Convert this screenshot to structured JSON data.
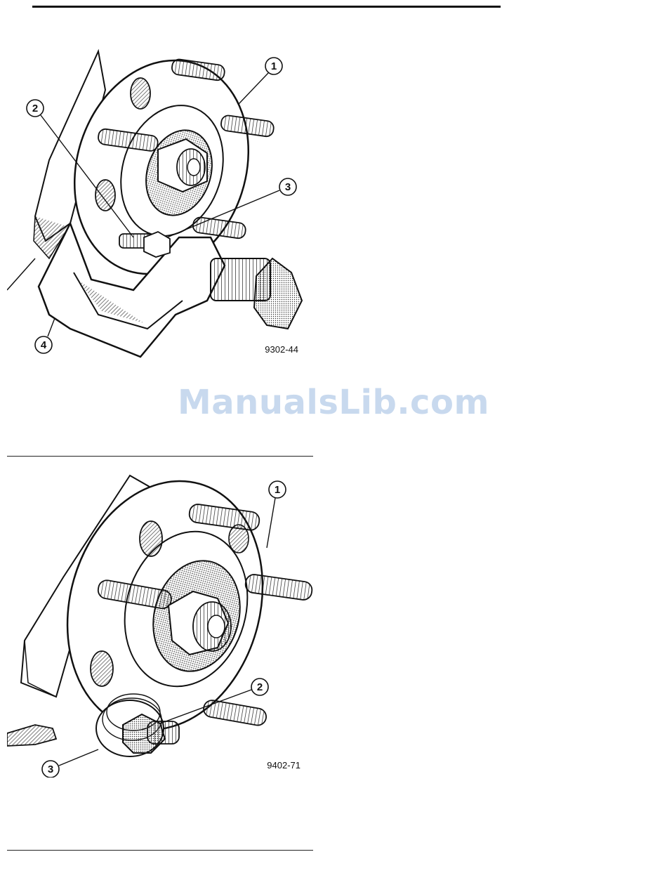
{
  "watermark": "ManualsLib.com",
  "figures": [
    {
      "code": "9302-44",
      "callouts": [
        "1",
        "2",
        "3",
        "4"
      ]
    },
    {
      "code": "9402-71",
      "callouts": [
        "1",
        "2",
        "3"
      ]
    }
  ]
}
